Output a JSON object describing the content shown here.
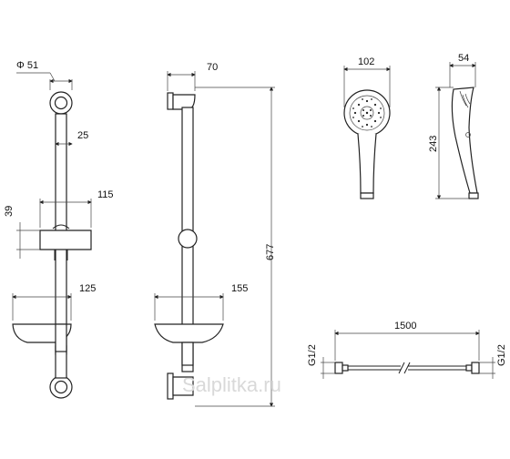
{
  "diagram": {
    "watermark": "Salplitka.ru",
    "colors": {
      "line": "#222222",
      "text": "#111111",
      "watermark": "#d9d9d9"
    },
    "front_view": {
      "diameter": "Φ 51",
      "rail_width": "25",
      "holder_height": "39",
      "holder_depth": "115",
      "soap_dish_depth": "125"
    },
    "side_view": {
      "wall_offset": "70",
      "rail_length": "677",
      "soap_dish_depth": "155"
    },
    "hand_shower": {
      "head_diameter": "102",
      "length": "243",
      "side_depth": "54"
    },
    "hose": {
      "length": "1500",
      "thread_left": "G1/2",
      "thread_right": "G1/2"
    }
  }
}
